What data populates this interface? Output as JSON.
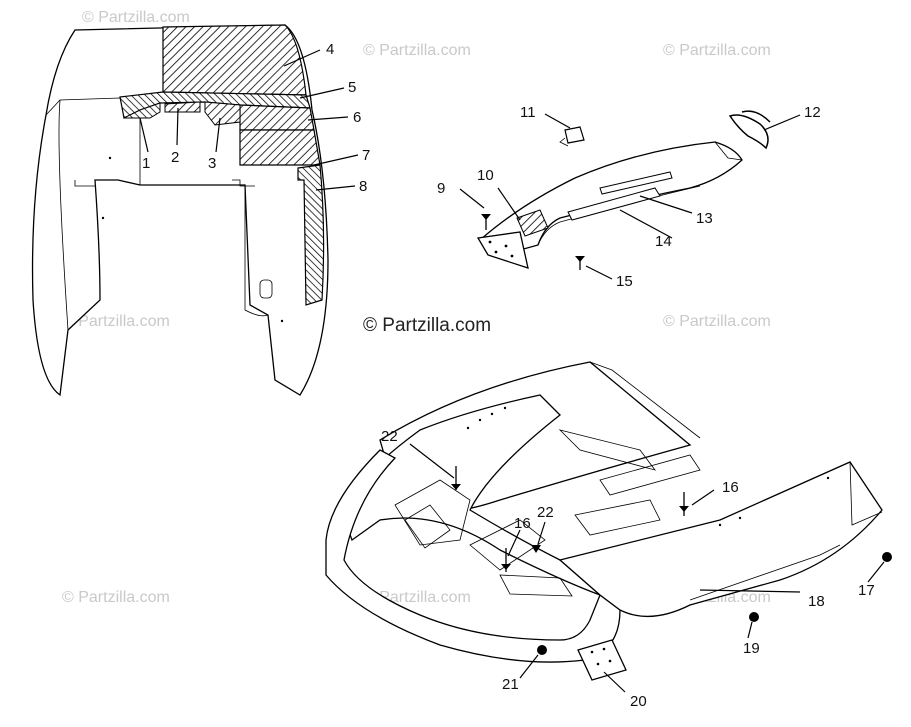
{
  "diagram": {
    "watermark_text": "© Partzilla.com",
    "colors": {
      "line": "#000000",
      "hatch": "#000000",
      "watermark": "#c9c9c9"
    },
    "callouts": {
      "c1": "1",
      "c2": "2",
      "c3": "3",
      "c4": "4",
      "c5": "5",
      "c6": "6",
      "c7": "7",
      "c8": "8",
      "c9": "9",
      "c10": "10",
      "c11": "11",
      "c12": "12",
      "c13": "13",
      "c14": "14",
      "c15": "15",
      "c16a": "16",
      "c16b": "16",
      "c17": "17",
      "c18": "18",
      "c19": "19",
      "c20": "20",
      "c21": "21",
      "c22a": "22",
      "c22b": "22"
    }
  }
}
